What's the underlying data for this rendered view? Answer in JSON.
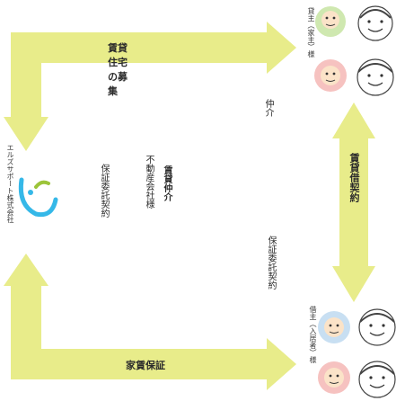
{
  "colors": {
    "arrow": "#e8ec8a",
    "logo_cyan": "#35b8e8",
    "logo_green": "#9cc43a",
    "text": "#2b2b2b"
  },
  "labels": {
    "top_arrow": "賃貸住宅の募集",
    "bottom_arrow": "家賃保証",
    "right_arrow": "賃貸借契約",
    "near_top": "仲介",
    "near_bottom": "保証委託契約",
    "owner_label": "貸主（家主）様",
    "tenant_label": "借主（入居者）様",
    "center_line1": "賃貸仲介",
    "center_line2": "不動産会社様",
    "center_line3": "保証委託契約",
    "company_label": "エルズサポート株式会社"
  },
  "icons": {
    "owner_people": [
      "person-icon",
      "person-icon"
    ],
    "tenant_people": [
      "person-icon",
      "person-icon"
    ],
    "logo": "ls-logo-icon"
  }
}
